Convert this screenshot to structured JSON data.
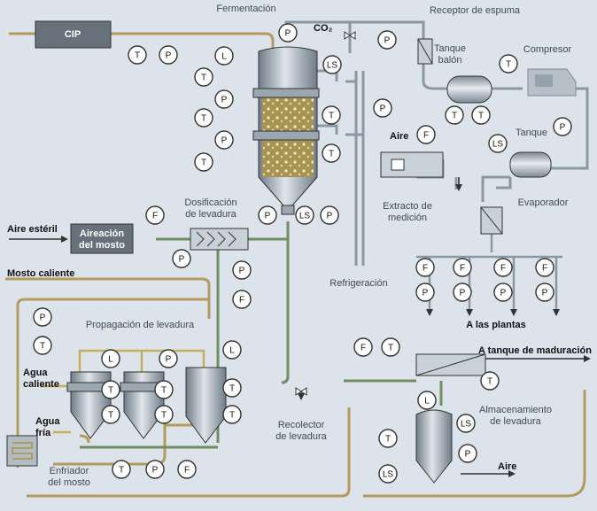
{
  "labels": {
    "fermentacion": "Fermentación",
    "co2": "CO₂",
    "receptor_espuma": "Receptor de espuma",
    "tanque_balon": "Tanque\nbalón",
    "compresor": "Compresor",
    "tanque": "Tanque",
    "evaporador": "Evaporador",
    "aire_top": "Aire",
    "extracto": "Extracto de\nmedición",
    "refrigeracion": "Refrigeración",
    "dosificacion": "Dosificación\nde levadura",
    "aire_esteril": "Aire estéril",
    "aireacion": "Aireación\ndel mosto",
    "mosto_caliente": "Mosto caliente",
    "propagacion": "Propagación de levadura",
    "agua_caliente": "Agua\ncaliente",
    "agua_fria": "Agua\nfría",
    "enfriador": "Enfriador\ndel mosto",
    "recolector": "Recolector\nde levadura",
    "a_las_plantas": "A las plantas",
    "a_tanque": "A tanque de maduración",
    "almacenamiento": "Almacenamiento\nde levadura",
    "aire_bottom": "Aire",
    "cip": "CIP"
  },
  "instruments": [
    {
      "t": "P"
    },
    {
      "t": "P"
    },
    {
      "t": "T"
    },
    {
      "t": "P"
    },
    {
      "t": "L"
    },
    {
      "t": "LS"
    },
    {
      "t": "T"
    },
    {
      "t": "P"
    },
    {
      "t": "T"
    },
    {
      "t": "T"
    },
    {
      "t": "P"
    },
    {
      "t": "P"
    },
    {
      "t": "T"
    },
    {
      "t": "T"
    },
    {
      "t": "P"
    },
    {
      "t": "LS"
    },
    {
      "t": "T"
    },
    {
      "t": "F"
    },
    {
      "t": "T"
    },
    {
      "t": "T"
    },
    {
      "t": "P"
    },
    {
      "t": "LS"
    },
    {
      "t": "P"
    },
    {
      "t": "F"
    },
    {
      "t": "P"
    },
    {
      "t": "P"
    },
    {
      "t": "F"
    },
    {
      "t": "P"
    },
    {
      "t": "T"
    },
    {
      "t": "L"
    },
    {
      "t": "P"
    },
    {
      "t": "L"
    },
    {
      "t": "T"
    },
    {
      "t": "T"
    },
    {
      "t": "T"
    },
    {
      "t": "T"
    },
    {
      "t": "T"
    },
    {
      "t": "T"
    },
    {
      "t": "T"
    },
    {
      "t": "P"
    },
    {
      "t": "F"
    },
    {
      "t": "F"
    },
    {
      "t": "T"
    },
    {
      "t": "T"
    },
    {
      "t": "L"
    },
    {
      "t": "LS"
    },
    {
      "t": "T"
    },
    {
      "t": "P"
    },
    {
      "t": "LS"
    },
    {
      "t": "F"
    },
    {
      "t": "F"
    },
    {
      "t": "F"
    },
    {
      "t": "F"
    },
    {
      "t": "P"
    },
    {
      "t": "P"
    },
    {
      "t": "P"
    },
    {
      "t": "P"
    }
  ]
}
